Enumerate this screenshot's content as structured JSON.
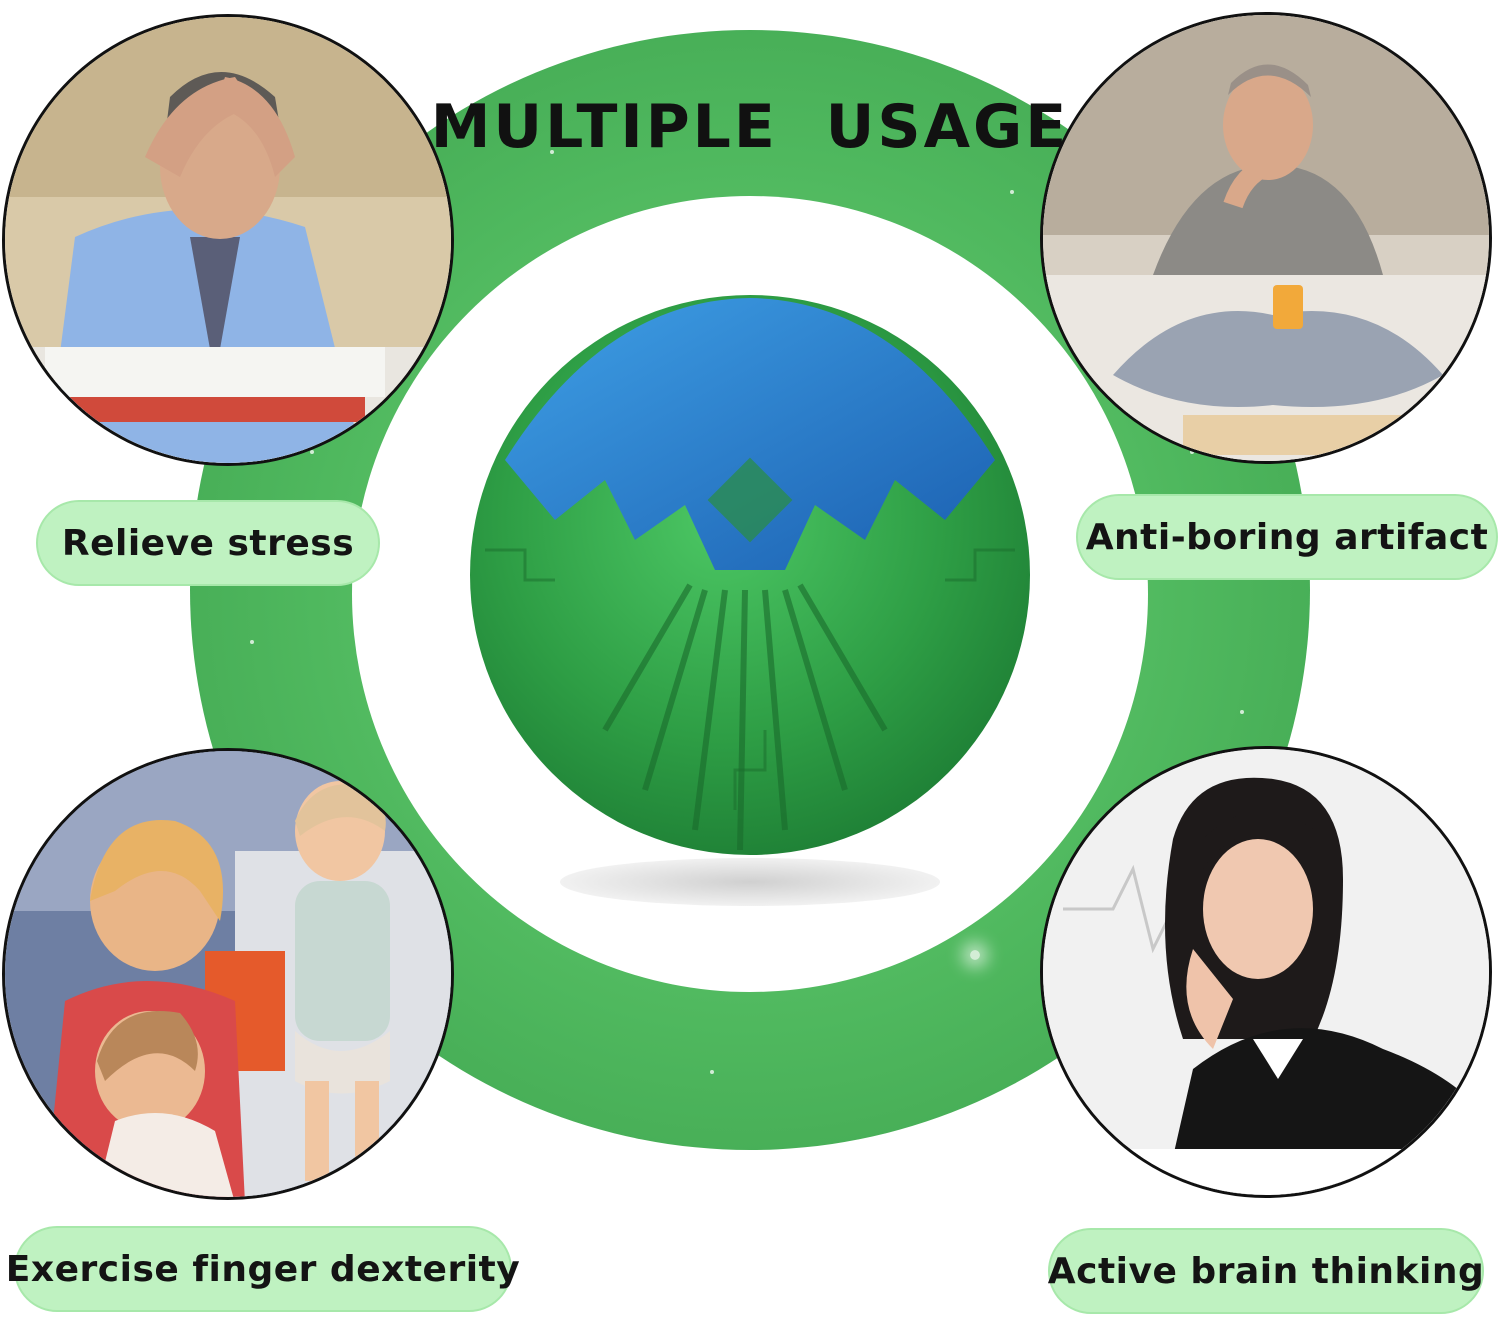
{
  "title": "MULTIPLE  USAGE",
  "usages": [
    {
      "label": "Relieve stress"
    },
    {
      "label": "Anti-boring artifact"
    },
    {
      "label": "Exercise finger dexterity"
    },
    {
      "label": "Active brain thinking"
    }
  ],
  "colors": {
    "ring_green": "#4fb85e",
    "pill_green": "#bff2c1",
    "title_text": "#111111",
    "ball_green": "#2e9e45",
    "ball_blue": "#2a7fd0"
  },
  "icons": {
    "center": "gear-ball-icon",
    "top_left": "stressed-man-photo",
    "top_right": "thinking-man-photo",
    "bottom_left": "mother-children-photo",
    "bottom_right": "bored-woman-photo"
  }
}
